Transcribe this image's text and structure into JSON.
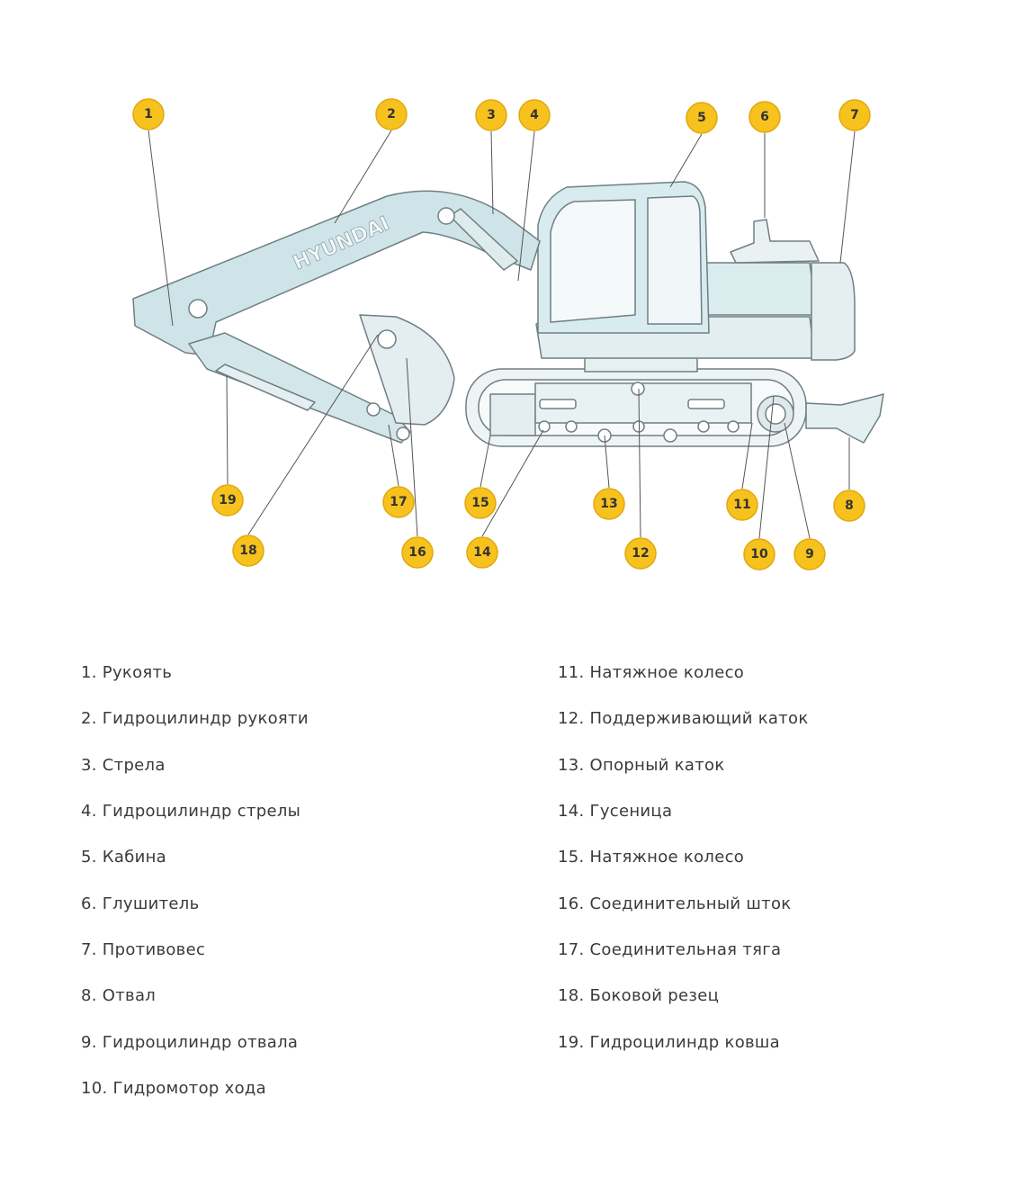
{
  "diagram": {
    "brand_text": "HYUNDAI",
    "callouts": [
      "1",
      "2",
      "3",
      "4",
      "5",
      "6",
      "7",
      "8",
      "9",
      "10",
      "11",
      "12",
      "13",
      "14",
      "15",
      "16",
      "17",
      "18",
      "19"
    ]
  },
  "legend": {
    "left": [
      "1. Рукоять",
      "2. Гидроцилиндр рукояти",
      "3. Стрела",
      "4. Гидроцилиндр стрелы",
      "5. Кабина",
      "6. Глушитель",
      "7. Противовес",
      "8. Отвал",
      "9. Гидроцилиндр отвала",
      "10. Гидромотор хода"
    ],
    "right": [
      "11. Натяжное колесо",
      "12. Поддерживающий каток",
      "13. Опорный каток",
      "14. Гусеница",
      "15. Натяжное колесо",
      "16. Соединительный шток",
      "17. Соединительная тяга",
      "18. Боковой резец",
      "19. Гидроцилиндр ковша"
    ]
  },
  "colors": {
    "callout_fill": "#f7c21e",
    "machine_fill": "#dfeff1",
    "outline": "#6f7f84"
  }
}
